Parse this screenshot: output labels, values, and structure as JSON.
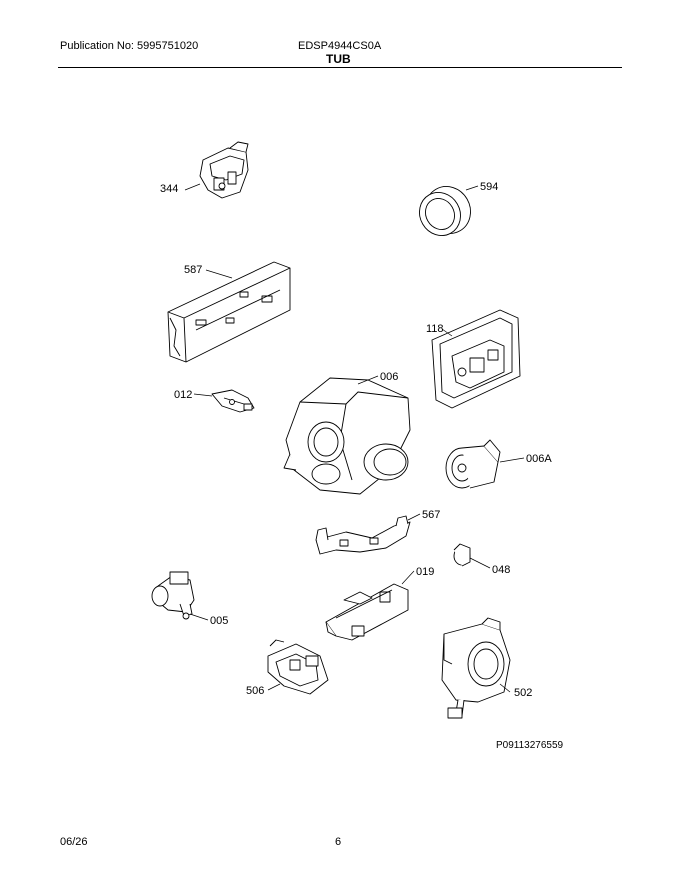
{
  "header": {
    "publication": "Publication No: 5995751020",
    "model": "EDSP4944CS0A",
    "section": "TUB"
  },
  "parts": [
    {
      "id": "344",
      "name": "344"
    },
    {
      "id": "594",
      "name": "594"
    },
    {
      "id": "587",
      "name": "587"
    },
    {
      "id": "118",
      "name": "118"
    },
    {
      "id": "006",
      "name": "006"
    },
    {
      "id": "012",
      "name": "012"
    },
    {
      "id": "006A",
      "name": "006A"
    },
    {
      "id": "567",
      "name": "567"
    },
    {
      "id": "048",
      "name": "048"
    },
    {
      "id": "019",
      "name": "019"
    },
    {
      "id": "005",
      "name": "005"
    },
    {
      "id": "502",
      "name": "502"
    },
    {
      "id": "506",
      "name": "506"
    }
  ],
  "reference": "P09113276559",
  "footer": {
    "date": "06/26",
    "page": "6"
  }
}
